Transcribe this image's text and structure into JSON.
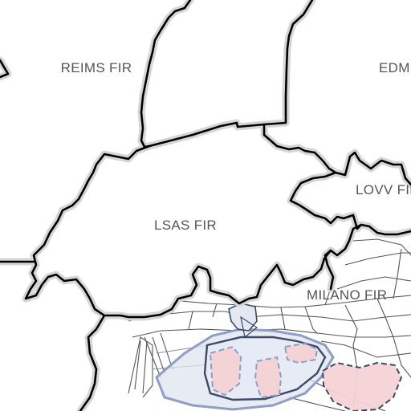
{
  "map": {
    "labels": {
      "reims": "REIMS FIR",
      "edm": "EDM",
      "lsas": "LSAS FIR",
      "lovv": "LOVV FIR",
      "milano": "MILANO FIR"
    },
    "colors": {
      "border": "#000000",
      "border_halo": "#d6d6d6",
      "label": "#555555",
      "restricted_fill": "#f4d3d6",
      "restricted_stroke": "#8e9ec4",
      "controlled_fill": "#dde4f0",
      "controlled_stroke": "#3c4a66",
      "sector_line": "#555555"
    }
  }
}
